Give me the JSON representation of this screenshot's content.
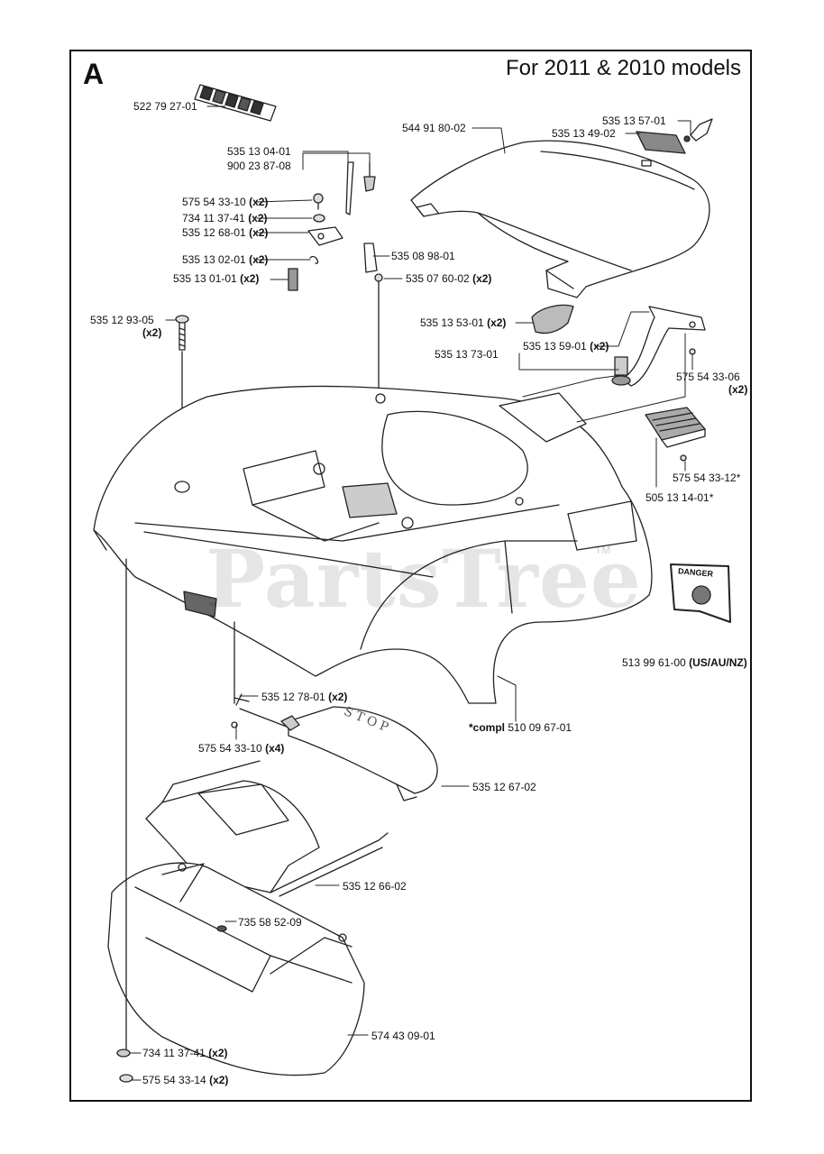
{
  "section_letter": "A",
  "title": "For 2011 & 2010 models",
  "watermark": "PartsTree",
  "trademark": "TM",
  "stop_text": "STOP",
  "danger_text": "DANGER",
  "parts": [
    {
      "id": "p1",
      "num": "522 79 27-01",
      "qty": ""
    },
    {
      "id": "p2",
      "num": "544 91 80-02",
      "qty": ""
    },
    {
      "id": "p3",
      "num": "535 13 57-01",
      "qty": ""
    },
    {
      "id": "p4",
      "num": "535 13 49-02",
      "qty": ""
    },
    {
      "id": "p5",
      "num": "535 13 04-01",
      "qty": ""
    },
    {
      "id": "p6",
      "num": "900 23 87-08",
      "qty": ""
    },
    {
      "id": "p7",
      "num": "575 54 33-10",
      "qty": "(x2)"
    },
    {
      "id": "p8",
      "num": "734 11 37-41",
      "qty": "(x2)"
    },
    {
      "id": "p9",
      "num": "535 12 68-01",
      "qty": "(x2)"
    },
    {
      "id": "p10",
      "num": "535 13 02-01",
      "qty": "(x2)"
    },
    {
      "id": "p11",
      "num": "535 08 98-01",
      "qty": ""
    },
    {
      "id": "p12",
      "num": "535 13 01-01",
      "qty": "(x2)"
    },
    {
      "id": "p13",
      "num": "535 07 60-02",
      "qty": "(x2)"
    },
    {
      "id": "p14",
      "num": "535 12 93-05",
      "qty": "(x2)"
    },
    {
      "id": "p15",
      "num": "535 13 53-01",
      "qty": "(x2)"
    },
    {
      "id": "p16",
      "num": "535 13 59-01",
      "qty": "(x2)"
    },
    {
      "id": "p17",
      "num": "535 13 73-01",
      "qty": ""
    },
    {
      "id": "p18",
      "num": "575 54 33-06",
      "qty": "(x2)"
    },
    {
      "id": "p19",
      "num": "575 54 33-12*",
      "qty": ""
    },
    {
      "id": "p20",
      "num": "505 13 14-01*",
      "qty": ""
    },
    {
      "id": "p21",
      "num": "513 99 61-00",
      "qty": "(US/AU/NZ)"
    },
    {
      "id": "p22",
      "num": "535 12 78-01",
      "qty": "(x2)"
    },
    {
      "id": "p23",
      "num": "575 54 33-10",
      "qty": "(x4)"
    },
    {
      "id": "p24",
      "num": "510 09 67-01",
      "qty": "",
      "prefix": "*compl"
    },
    {
      "id": "p25",
      "num": "535 12 67-02",
      "qty": ""
    },
    {
      "id": "p26",
      "num": "535 12 66-02",
      "qty": ""
    },
    {
      "id": "p27",
      "num": "735 58 52-09",
      "qty": ""
    },
    {
      "id": "p28",
      "num": "574 43 09-01",
      "qty": ""
    },
    {
      "id": "p29",
      "num": "734 11 37-41",
      "qty": "(x2)"
    },
    {
      "id": "p30",
      "num": "575 54 33-14",
      "qty": "(x2)"
    }
  ]
}
